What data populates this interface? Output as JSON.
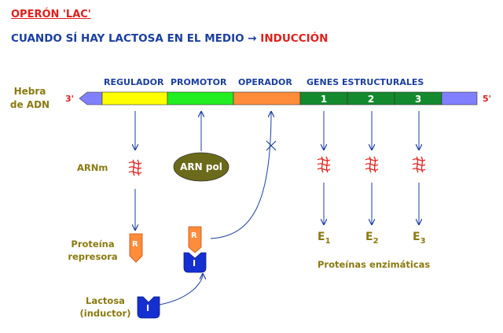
{
  "title": "OPERÓN 'LAC'",
  "subtitle": {
    "prefix": "CUANDO SÍ HAY LACTOSA EN EL MEDIO",
    "arrow": "→",
    "highlight": "INDUCCIÓN"
  },
  "strand": {
    "label_line1": "Hebra",
    "label_line2": "de ADN",
    "end_left": "3'",
    "end_right": "5'"
  },
  "segments": {
    "regulador": "REGULADOR",
    "promotor": "PROMOTOR",
    "operador": "OPERADOR",
    "genes": "GENES ESTRUCTURALES"
  },
  "genes": [
    "1",
    "2",
    "3"
  ],
  "labels": {
    "arnm": "ARNm",
    "arn_pol": "ARN pol",
    "proteina_line1": "Proteína",
    "proteina_line2": "represora",
    "lactosa_line1": "Lactosa",
    "lactosa_line2": "(inductor)",
    "enzimas": "Proteínas enzimáticas",
    "repressor_letter": "R",
    "inducer_letter": "I"
  },
  "enzymes": [
    {
      "letter": "E",
      "sub": "1"
    },
    {
      "letter": "E",
      "sub": "2"
    },
    {
      "letter": "E",
      "sub": "3"
    }
  ],
  "colors": {
    "regulador": "#ffff00",
    "promotor": "#22ee22",
    "operador": "#ff8c3a",
    "genes": "#148a2e",
    "flank": "#8080ff",
    "repressor": "#ff8c3a",
    "inducer": "#1530d0",
    "arn_pol": "#6b6a1a",
    "mrna": "#e0201c",
    "arrows": "#1a3fa0"
  }
}
